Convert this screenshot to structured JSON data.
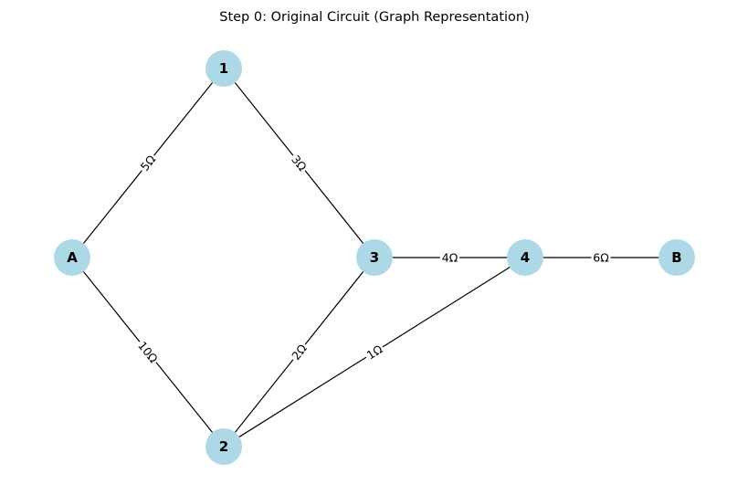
{
  "title": "Step 0: Original Circuit (Graph Representation)",
  "colors": {
    "node_fill": "#add8e6",
    "edge": "#000000",
    "text": "#000000",
    "background": "#ffffff"
  },
  "nodes": [
    {
      "id": "1",
      "label": "1"
    },
    {
      "id": "A",
      "label": "A"
    },
    {
      "id": "3",
      "label": "3"
    },
    {
      "id": "4",
      "label": "4"
    },
    {
      "id": "B",
      "label": "B"
    },
    {
      "id": "2",
      "label": "2"
    }
  ],
  "edges": [
    {
      "from": "A",
      "to": "1",
      "label": "5Ω"
    },
    {
      "from": "1",
      "to": "3",
      "label": "3Ω"
    },
    {
      "from": "A",
      "to": "2",
      "label": "10Ω"
    },
    {
      "from": "3",
      "to": "2",
      "label": "2Ω"
    },
    {
      "from": "3",
      "to": "4",
      "label": "4Ω"
    },
    {
      "from": "4",
      "to": "2",
      "label": "1Ω"
    },
    {
      "from": "4",
      "to": "B",
      "label": "6Ω"
    }
  ]
}
